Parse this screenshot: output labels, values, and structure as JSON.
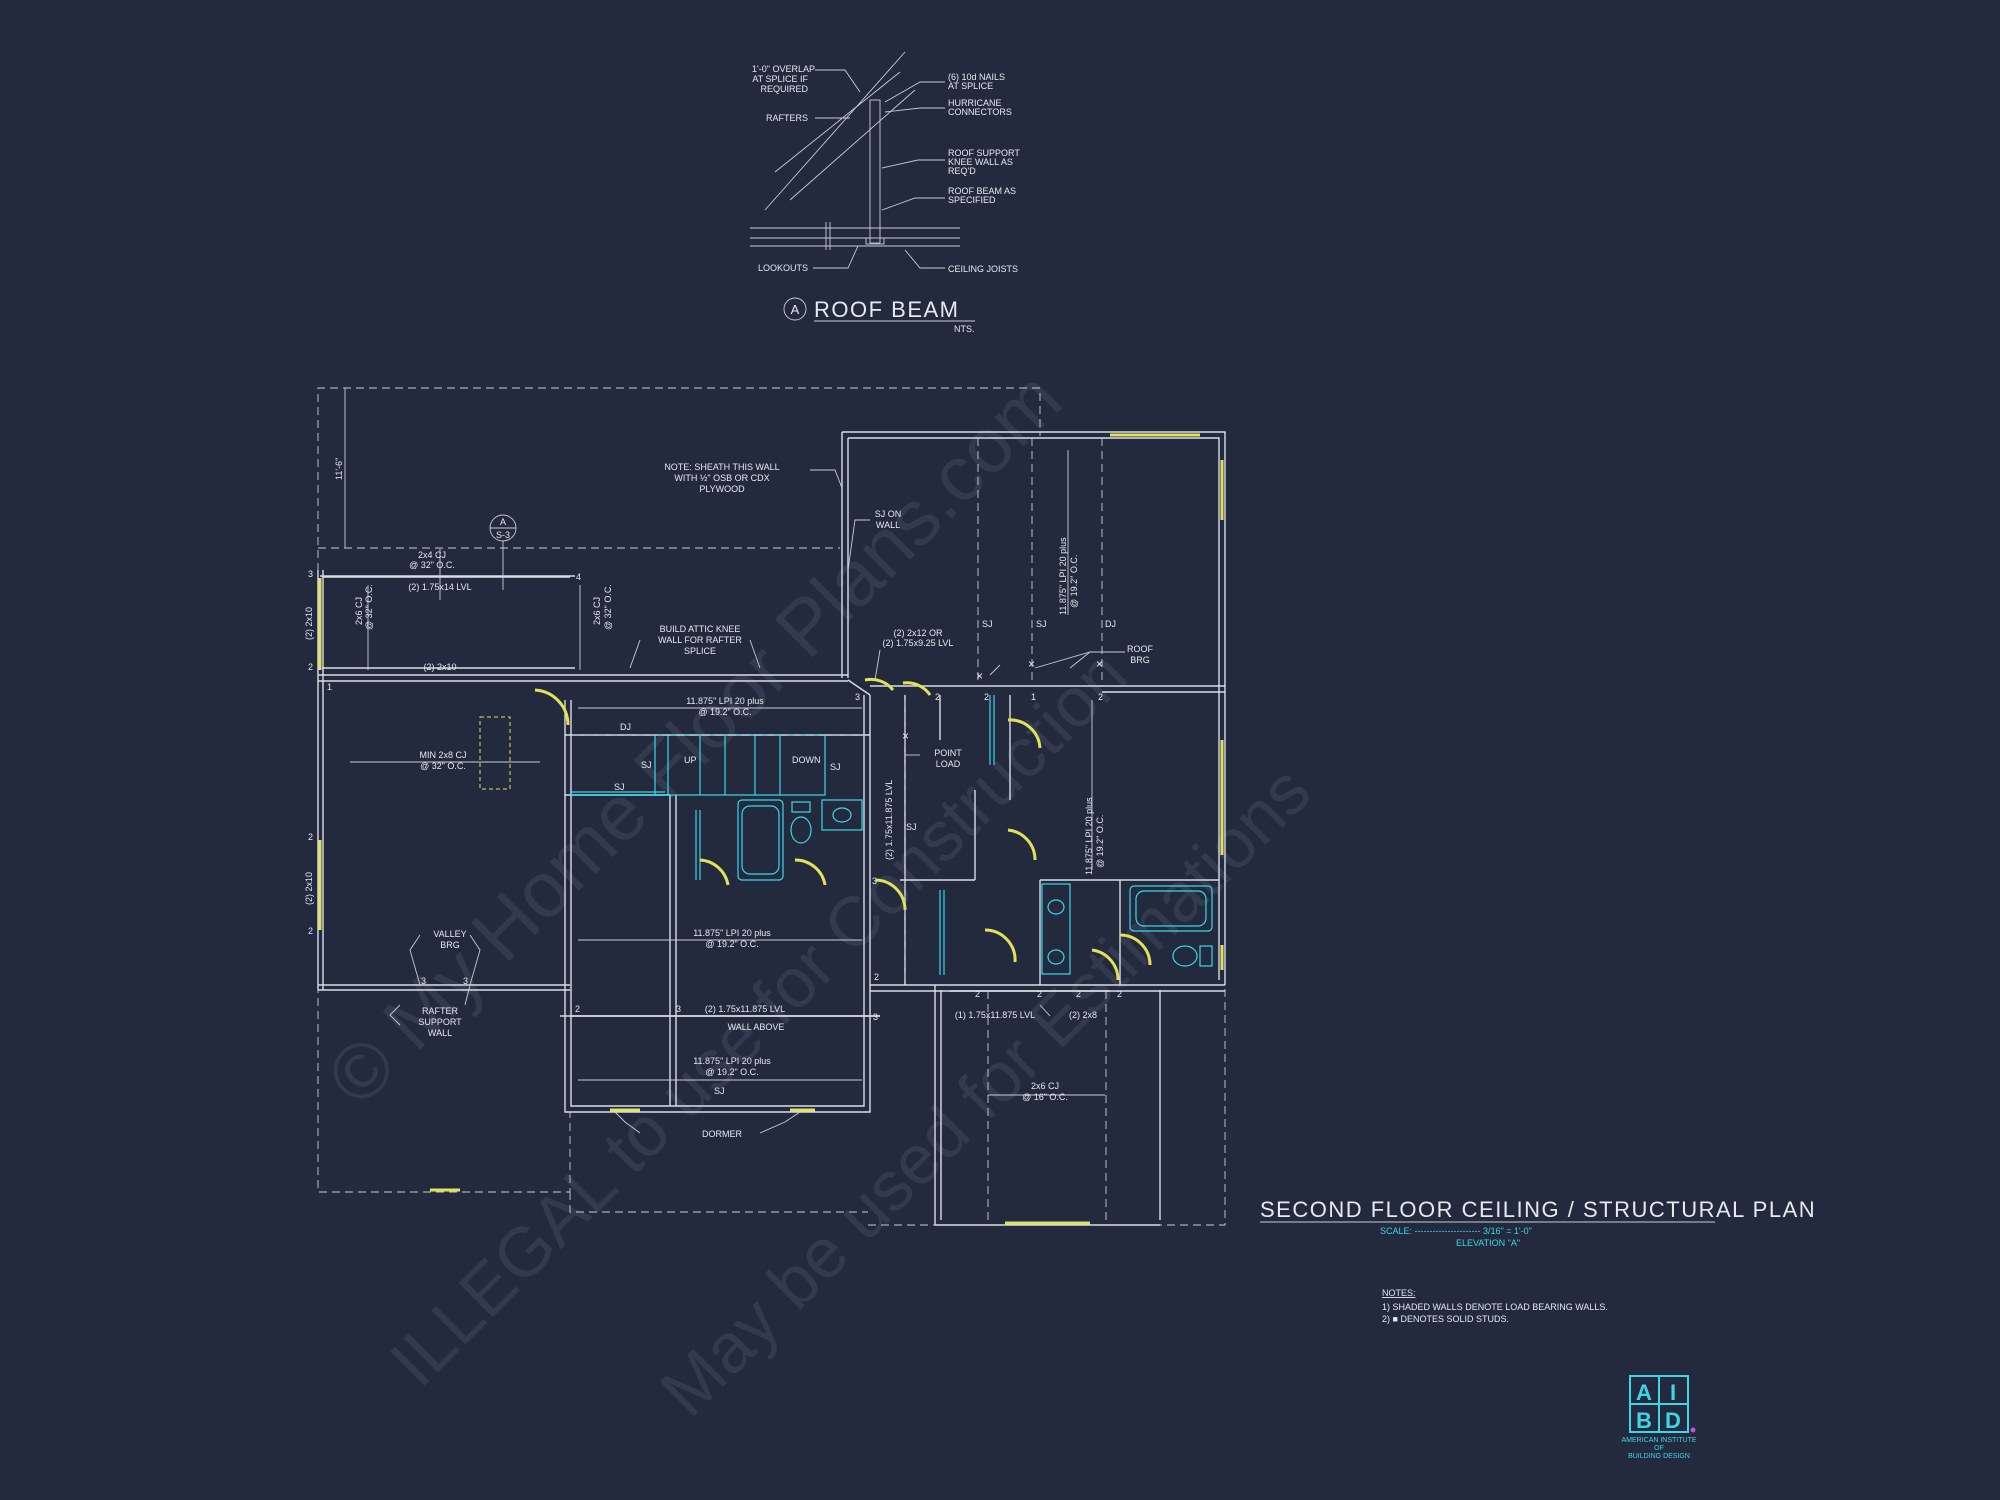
{
  "detail": {
    "title": "ROOF BEAM",
    "marker": "A",
    "scale": "NTS.",
    "labels": {
      "overlap_1": "1'-0\" OVERLAP",
      "overlap_2": "AT SPLICE IF",
      "overlap_3": "REQUIRED",
      "rafters": "RAFTERS",
      "nails_1": "(6) 10d NAILS",
      "nails_2": "AT SPLICE",
      "hurr_1": "HURRICANE",
      "hurr_2": "CONNECTORS",
      "knee_1": "ROOF SUPPORT",
      "knee_2": "KNEE WALL AS",
      "knee_3": "REQ'D",
      "beam_1": "ROOF BEAM AS",
      "beam_2": "SPECIFIED",
      "lookouts": "LOOKOUTS",
      "ceiling_joists": "CEILING JOISTS"
    }
  },
  "plan": {
    "note_1": "NOTE: SHEATH THIS WALL",
    "note_2": "WITH ½\" OSB OR CDX",
    "note_3": "PLYWOOD",
    "sj_on_1": "SJ ON",
    "sj_on_2": "WALL",
    "dim_11_6": "11'-6\"",
    "section_top": "A",
    "section_bot": "S-3",
    "cj_2x4_1": "2x4 CJ",
    "cj_2x4_2": "@ 32\" O.C.",
    "lvl_175x14": "(2) 1.75x14 LVL",
    "two_2x10_a": "(2) 2x10",
    "two_2x10_b": "(2) 2x10",
    "two_2x10_side": "(2) 2x10",
    "cj_2x6_a1": "2x6 CJ",
    "cj_2x6_a2": "@ 32\" O.C.",
    "cj_2x6_b1": "2x6 CJ",
    "cj_2x6_b2": "@ 32\" O.C.",
    "knee_1": "BUILD ATTIC KNEE",
    "knee_2": "WALL FOR RAFTER",
    "knee_3": "SPLICE",
    "lvl_2x12_1": "(2) 2x12 OR",
    "lvl_2x12_2": "(2) 1.75x9.25 LVL",
    "roof_brg_1": "ROOF",
    "roof_brg_2": "BRG",
    "lpi_1a": "11.875\" LPI 20 plus",
    "lpi_1b": "@ 19.2\" O.C.",
    "lpi_2a": "11.875\" LPI 20 plus",
    "lpi_2b": "@ 19.2\" O.C.",
    "lpi_3a": "11.875\" LPI 20 plus",
    "lpi_3b": "@ 19.2\" O.C.",
    "lpi_v1a": "11.875\" LPI 20 plus",
    "lpi_v1b": "@ 19.2\" O.C.",
    "lpi_v2a": "11.875\" LPI 20 plus",
    "lpi_v2b": "@ 19.2\" O.C.",
    "dj_1": "DJ",
    "dj_2": "DJ",
    "sj_1": "SJ",
    "sj_2": "SJ",
    "sj_3": "SJ",
    "sj_4": "SJ",
    "sj_5": "SJ",
    "sj_6": "SJ",
    "sj_7": "SJ",
    "up": "UP",
    "down": "DOWN",
    "min_cj_1": "MIN 2x8 CJ",
    "min_cj_2": "@ 32\" O.C.",
    "point_1": "POINT",
    "point_2": "LOAD",
    "lvl_vert": "(2) 1.75x11.875 LVL",
    "valley_1": "VALLEY",
    "valley_2": "BRG",
    "rafter_1": "RAFTER",
    "rafter_2": "SUPPORT",
    "rafter_3": "WALL",
    "lvl_wall_1": "(2) 1.75x11.875 LVL",
    "lvl_wall_2": "WALL ABOVE",
    "lvl_one": "(1) 1.75x11.875 LVL",
    "two_2x8": "(2) 2x8",
    "cj_2x6_16a": "2x6 CJ",
    "cj_2x6_16b": "@ 16\" O.C.",
    "dormer": "DORMER",
    "n1": "1",
    "n2": "2",
    "n3": "3",
    "n4": "4"
  },
  "title_block": {
    "title": "SECOND FLOOR CEILING / STRUCTURAL PLAN",
    "scale": "SCALE: ---------------------- 3/16\" = 1'-0\"",
    "elevation": "ELEVATION \"A\""
  },
  "notes": {
    "heading": "NOTES:",
    "items": [
      "1) SHADED WALLS DENOTE LOAD BEARING WALLS.",
      "2) ■ DENOTES SOLID STUDS."
    ]
  },
  "logo": {
    "letters": [
      "A",
      "I",
      "B",
      "D"
    ],
    "line_1": "AMERICAN INSTITUTE",
    "line_2": "OF",
    "line_3": "BUILDING DESIGN"
  },
  "watermark": {
    "line_1": "© My Home Floor Plans.com",
    "line_2": "ILLEGAL to use for Construction",
    "line_3": "May be used for Estimations"
  },
  "colors": {
    "background": "#232a3d",
    "linework": "#d9dde6",
    "bearing_wall": "#e0e25a",
    "accent": "#3ad7e8"
  }
}
